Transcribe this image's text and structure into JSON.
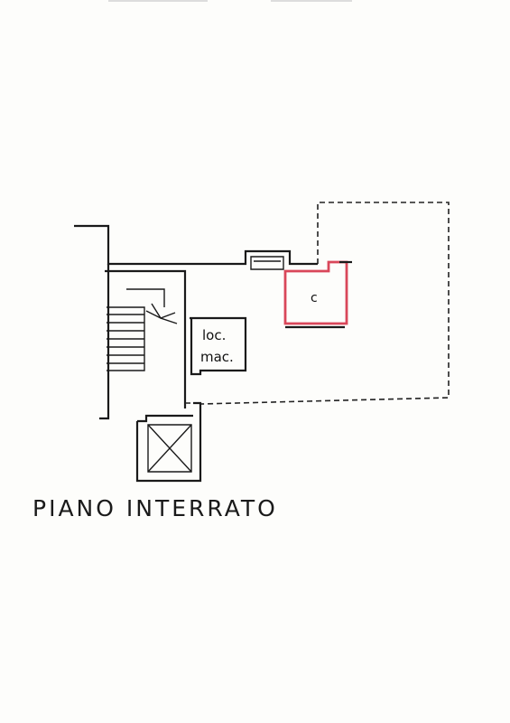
{
  "title": "PIANO INTERRATO",
  "rooms": {
    "cellar_label": "c",
    "machine_room_line1": "loc.",
    "machine_room_line2": "mac."
  },
  "colors": {
    "walls": "#1a1a1a",
    "highlight": "#d9475a",
    "paper": "#fdfdfb"
  }
}
